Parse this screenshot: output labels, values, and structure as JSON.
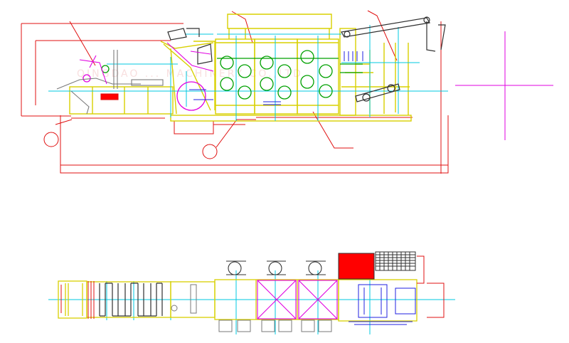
{
  "drawing": {
    "watermark": "QINGDAO ... MACHINERY CO.,LTD.",
    "colors": {
      "background": "#ffffff",
      "red": "#e01010",
      "yellow": "#d8d000",
      "green": "#00a000",
      "cyan": "#00c8e0",
      "blue": "#2020e0",
      "magenta": "#e000e0",
      "gray": "#7a7a7a",
      "dark": "#303030",
      "fill_red": "#ff0000"
    },
    "views": [
      "side-elevation",
      "top-plan"
    ]
  }
}
